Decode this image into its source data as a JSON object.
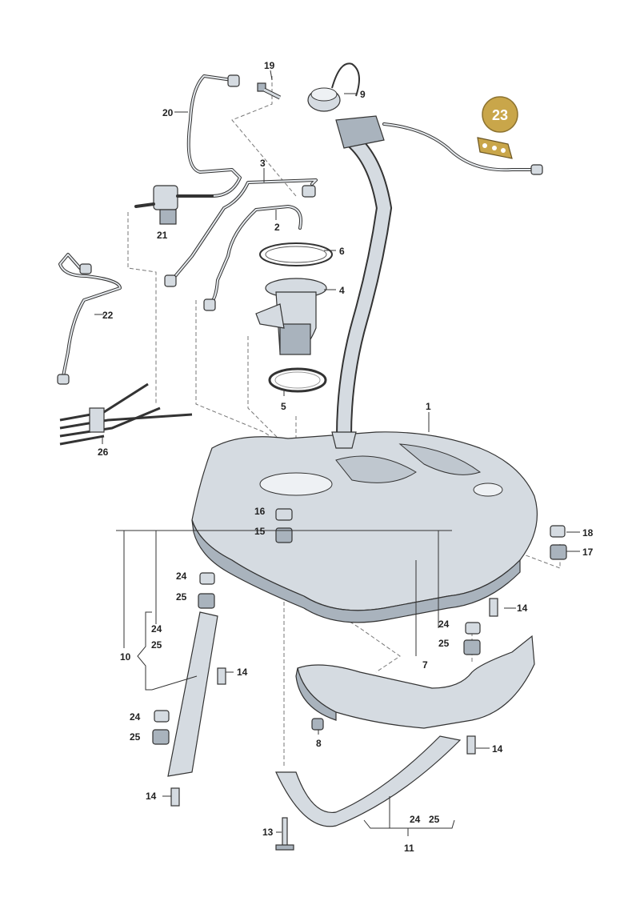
{
  "labels": {
    "l1": "1",
    "l2": "2",
    "l3": "3",
    "l4": "4",
    "l5": "5",
    "l6": "6",
    "l7": "7",
    "l8": "8",
    "l9": "9",
    "l10": "10",
    "l11": "11",
    "l13": "13",
    "l14a": "14",
    "l14b": "14",
    "l14c": "14",
    "l14d": "14",
    "l15": "15",
    "l16": "16",
    "l17": "17",
    "l18": "18",
    "l19": "19",
    "l20": "20",
    "l21": "21",
    "l22": "22",
    "l23": "23",
    "l24a": "24",
    "l24b": "24",
    "l24c": "24",
    "l24d": "24",
    "l24e": "24",
    "l25a": "25",
    "l25b": "25",
    "l25c": "25",
    "l25d": "25",
    "l25e": "25",
    "l26": "26"
  },
  "highlight_color": "#c9a64a"
}
